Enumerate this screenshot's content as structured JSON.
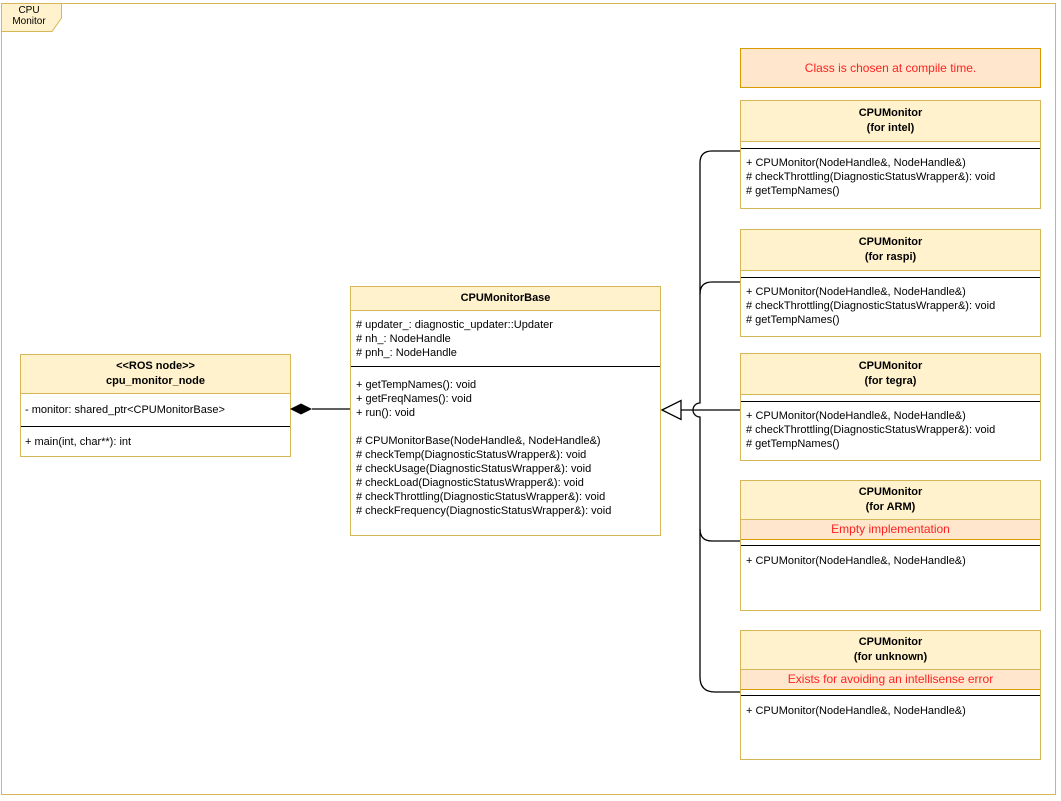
{
  "tab": {
    "line1": "CPU",
    "line2": "Monitor"
  },
  "colors": {
    "class_fill": "#fff2cc",
    "class_stroke": "#d6b656",
    "note_fill": "#ffe6cc",
    "note_stroke": "#d79b00",
    "note_text": "#ff2222",
    "edge": "#000000"
  },
  "compile_note": {
    "text": "Class is chosen at compile time."
  },
  "node_class": {
    "stereotype": "<<ROS node>>",
    "name": "cpu_monitor_node",
    "attrs": [
      "- monitor: shared_ptr<CPUMonitorBase>"
    ],
    "methods": [
      "+ main(int, char**): int"
    ]
  },
  "base_class": {
    "name": "CPUMonitorBase",
    "attrs": [
      "# updater_: diagnostic_updater::Updater",
      "# nh_: NodeHandle",
      "# pnh_: NodeHandle"
    ],
    "methods": [
      "+ getTempNames(): void",
      "+ getFreqNames(): void",
      "+ run(): void",
      "",
      "# CPUMonitorBase(NodeHandle&, NodeHandle&)",
      "# checkTemp(DiagnosticStatusWrapper&): void",
      "# checkUsage(DiagnosticStatusWrapper&): void",
      "# checkLoad(DiagnosticStatusWrapper&): void",
      "# checkThrottling(DiagnosticStatusWrapper&): void",
      "# checkFrequency(DiagnosticStatusWrapper&): void"
    ]
  },
  "subclasses": [
    {
      "name": "CPUMonitor",
      "variant": "(for intel)",
      "methods": [
        "+ CPUMonitor(NodeHandle&, NodeHandle&)",
        "# checkThrottling(DiagnosticStatusWrapper&): void",
        "# getTempNames()"
      ]
    },
    {
      "name": "CPUMonitor",
      "variant": "(for raspi)",
      "methods": [
        "+ CPUMonitor(NodeHandle&, NodeHandle&)",
        "# checkThrottling(DiagnosticStatusWrapper&): void",
        "# getTempNames()"
      ]
    },
    {
      "name": "CPUMonitor",
      "variant": "(for tegra)",
      "methods": [
        "+ CPUMonitor(NodeHandle&, NodeHandle&)",
        "# checkThrottling(DiagnosticStatusWrapper&): void",
        "# getTempNames()"
      ]
    },
    {
      "name": "CPUMonitor",
      "variant": "(for ARM)",
      "note": "Empty implementation",
      "methods": [
        "+ CPUMonitor(NodeHandle&, NodeHandle&)"
      ]
    },
    {
      "name": "CPUMonitor",
      "variant": "(for unknown)",
      "note": "Exists for avoiding an intellisense error",
      "methods": [
        "+ CPUMonitor(NodeHandle&, NodeHandle&)"
      ]
    }
  ]
}
